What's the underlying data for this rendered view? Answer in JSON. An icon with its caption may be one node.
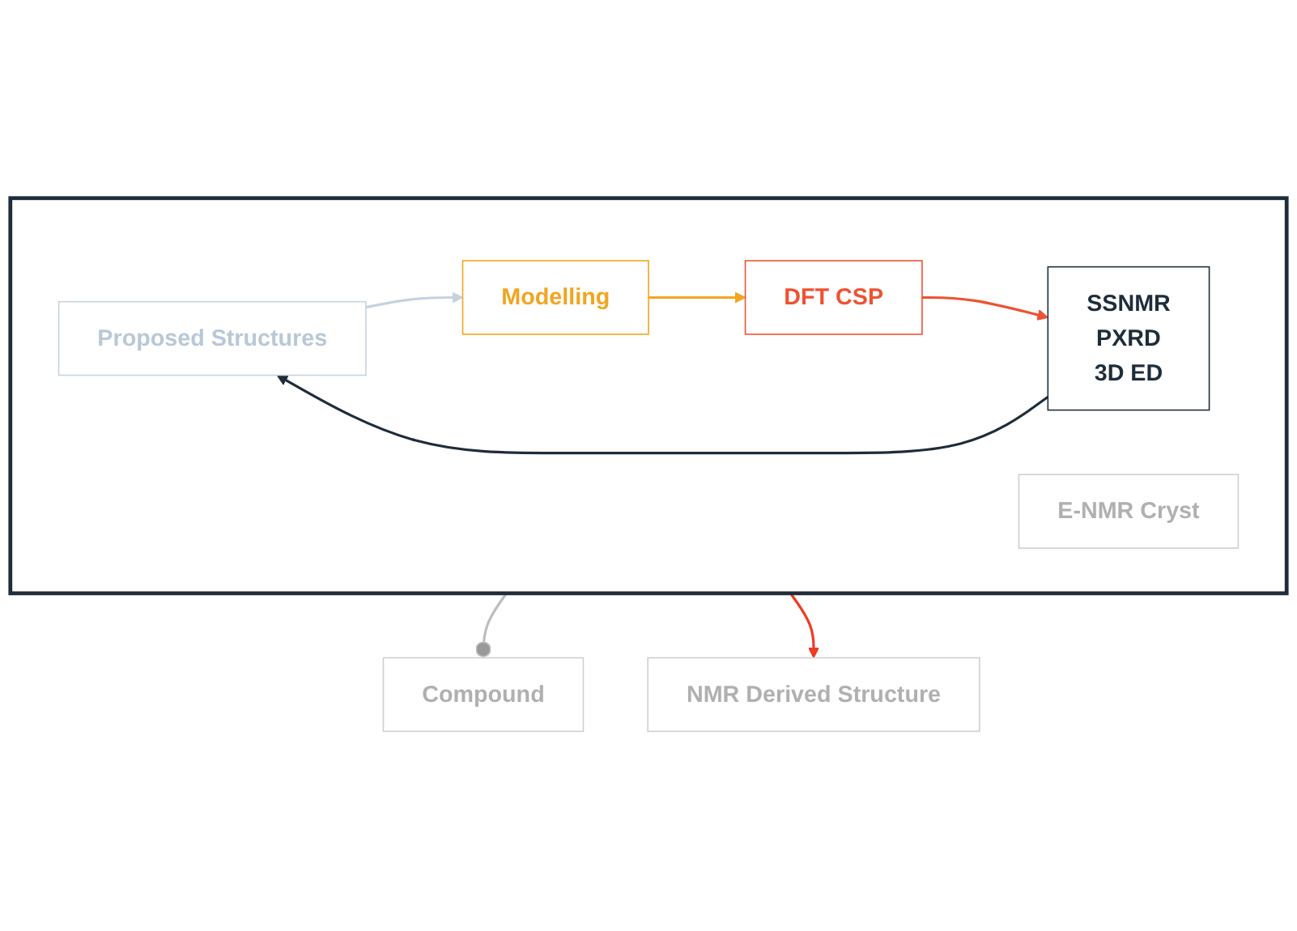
{
  "diagram": {
    "nodes": [
      {
        "text": [],
        "shape": "box"
      },
      {
        "text": [
          "Proposed Structures"
        ],
        "in": 0
      },
      {
        "text": [
          "Modelling"
        ],
        "in": 0
      },
      {
        "text": [
          "E-NMR Cryst"
        ],
        "in": 0
      },
      {
        "text": [
          "DFT CSP"
        ],
        "in": 0
      },
      {
        "text": [
          "SSNMR",
          "PXRD",
          "3D ED"
        ],
        "in": 0
      },
      {
        "text": [
          "Compound"
        ]
      },
      {
        "text": [
          "NMR Derived Structure"
        ]
      }
    ],
    "edges": [
      {
        "from": 0,
        "to": 6,
        "arrow": "other",
        "color": "#bdbdbd"
      },
      {
        "from": 1,
        "to": 2,
        "arrow": "to",
        "color": "#c5d3de"
      },
      {
        "from": 2,
        "to": 4,
        "arrow": "to",
        "color": "#f2a51f"
      },
      {
        "from": 4,
        "to": 5,
        "arrow": "to",
        "color": "#ee5233"
      },
      {
        "from": 5,
        "to": 1,
        "arrow": "to",
        "color": "#1f2d3a"
      },
      {
        "from": 0,
        "to": 7,
        "arrow": "to",
        "color": "#ee3b24"
      }
    ]
  }
}
